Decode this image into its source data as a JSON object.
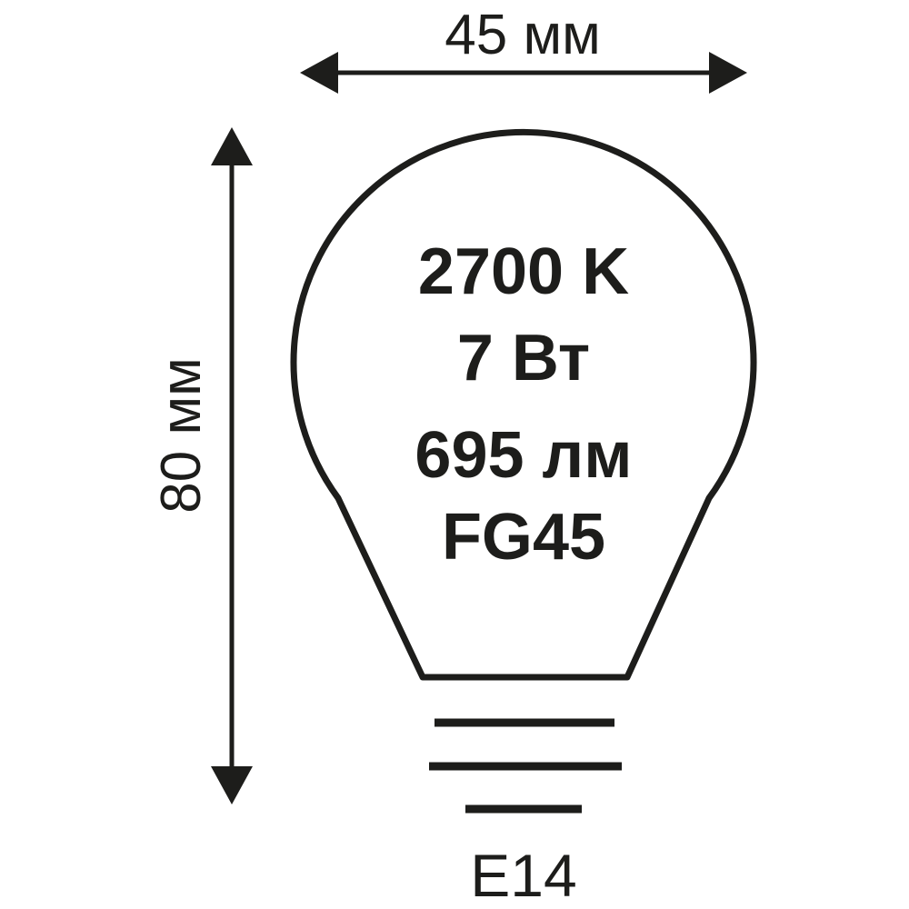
{
  "dimensions": {
    "width_label": "45 мм",
    "height_label": "80 мм"
  },
  "specs": {
    "color_temperature": "2700 K",
    "power": "7 Вт",
    "luminous_flux": "695 лм",
    "model": "FG45"
  },
  "base": {
    "label": "E14"
  },
  "colors": {
    "stroke": "#1d1d1b",
    "background": "#ffffff"
  }
}
